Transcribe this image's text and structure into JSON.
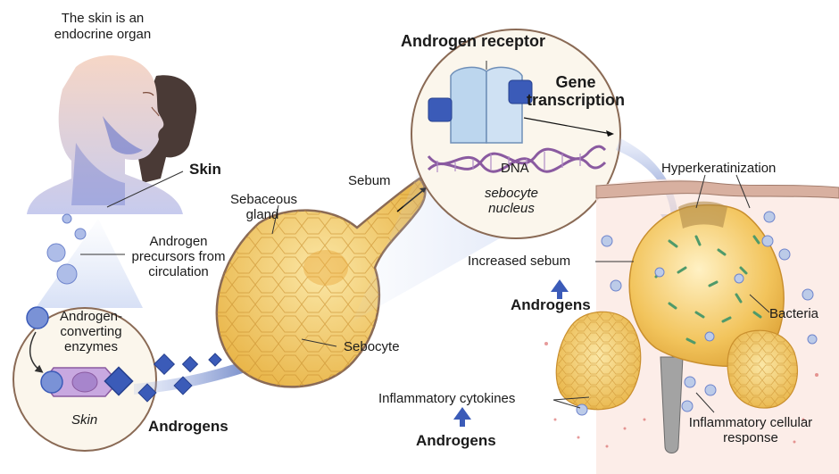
{
  "colors": {
    "androgen_blue": "#3b5bb8",
    "arrow_blue": "#2f4fa8",
    "sebum_yellow": "#f2c14e",
    "gland_outline": "#8a6a55",
    "skin_tone": "#efc9b4",
    "receptor_blue": "#bcd6ee",
    "dna_purple": "#8a5aa0",
    "inflammation_red": "#d24a4a"
  },
  "labels": {
    "endocrine_title": "The skin is an endocrine organ",
    "skin": "Skin",
    "androgen_precursors": "Androgen precursors from circulation",
    "converting_enzymes": "Androgen-converting enzymes",
    "skin_italic": "Skin",
    "androgens_left": "Androgens",
    "sebaceous_gland": "Sebaceous gland",
    "sebum": "Sebum",
    "sebocyte": "Sebocyte",
    "androgen_receptor": "Androgen receptor",
    "gene_transcription": "Gene transcription",
    "dna": "DNA",
    "sebocyte_nucleus": "sebocyte nucleus",
    "hyperkeratinization": "Hyperkeratinization",
    "increased_sebum": "Increased sebum",
    "androgens_mid": "Androgens",
    "bacteria": "Bacteria",
    "inflammatory_cytokines": "Inflammatory cytokines",
    "androgens_bottom": "Androgens",
    "inflammatory_response": "Inflammatory cellular response"
  },
  "icons": [
    "face-profile-illustration",
    "androgen-molecule-icon",
    "enzyme-icon",
    "dna-helix-icon",
    "androgen-receptor-icon",
    "sebaceous-gland-illustration",
    "hair-follicle-illustration",
    "bacteria-icon"
  ]
}
